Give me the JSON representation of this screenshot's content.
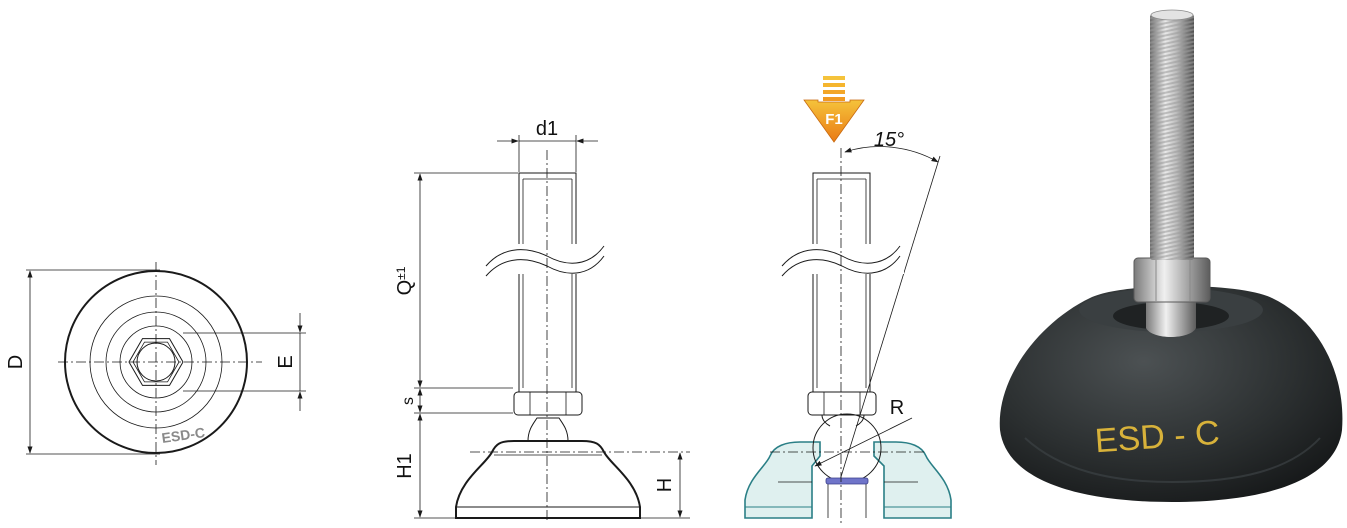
{
  "views": {
    "top": {
      "dim_D": "D",
      "dim_E": "E",
      "base_marking": "ESD-C"
    },
    "side": {
      "dim_d1": "d1",
      "dim_Q": "Q",
      "dim_Q_tol": "±1",
      "dim_s": "s",
      "dim_H1": "H1",
      "dim_H": "H"
    },
    "section": {
      "force_label": "F1",
      "angle": "15°",
      "dim_R": "R"
    },
    "photo": {
      "marking": "ESD - C"
    }
  },
  "colors": {
    "line": "#1a1a1a",
    "marking_gray": "#8a8a8a",
    "force_arrow": "#f08a1c",
    "force_arrow_top": "#f5c33b",
    "section_fill": "#dff0ef",
    "section_stroke": "#2a7f86",
    "pad_blue": "#6f74c9",
    "base_dark": "#2b2f30",
    "marking_gold": "#d8b23a"
  }
}
